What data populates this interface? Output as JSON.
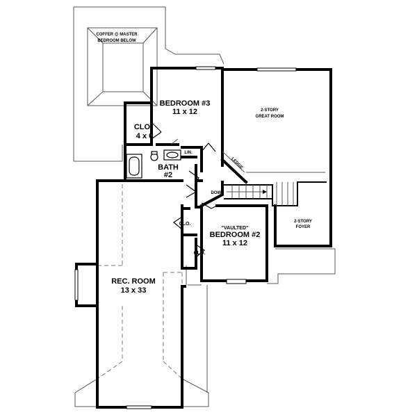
{
  "labels": {
    "coffer_line1": "COFFER @ MASTER",
    "coffer_line2": "BEDROOM BELOW",
    "bedroom3_name": "BEDROOM #3",
    "bedroom3_size": "11 x 12",
    "great_room_line1": "2-STORY",
    "great_room_line2": "GREAT ROOM",
    "clo_top_name": "CLO.",
    "clo_top_size": "4 x 6",
    "lin": "LIN.",
    "ledge": "LEDGE",
    "bath_name": "BATH",
    "bath_num": "#2",
    "down": "DOWN",
    "foyer_line1": "2-STORY",
    "foyer_line2": "FOYER",
    "clo_mid": "CLO.",
    "clo_low": "CLO.",
    "bedroom2_vault": "\"VAULTED\"",
    "bedroom2_name": "BEDROOM #2",
    "bedroom2_size": "11 x 12",
    "rec_name": "REC. ROOM",
    "rec_size": "13 x 33"
  }
}
